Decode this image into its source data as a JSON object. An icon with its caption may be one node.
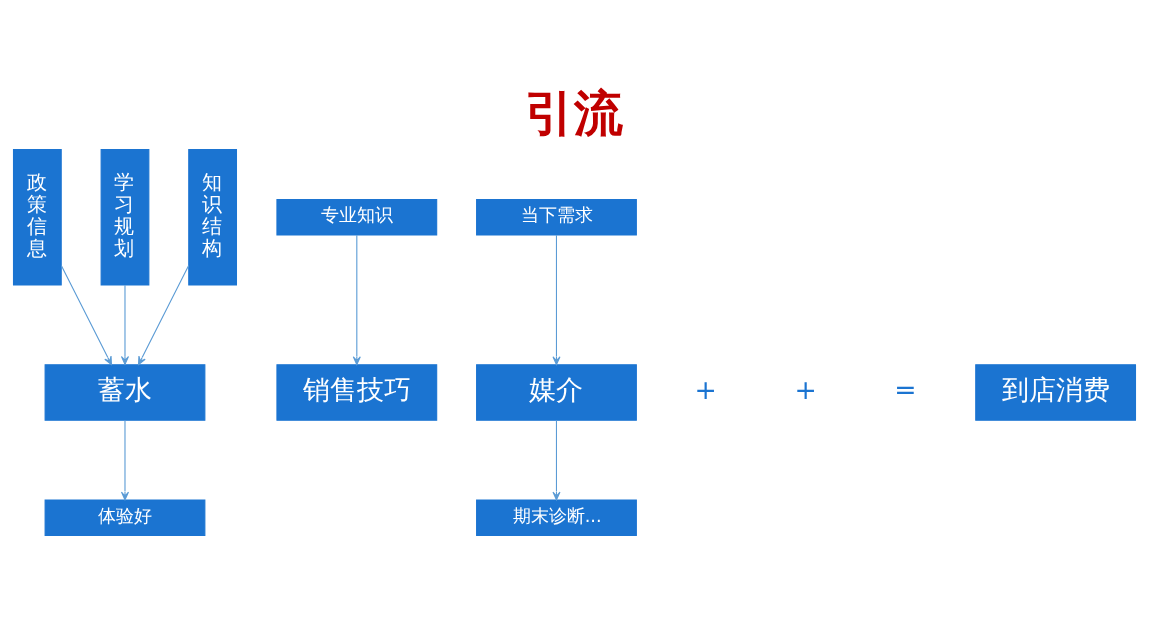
{
  "diagram": {
    "title": "引流",
    "nodes": [
      {
        "text": [
          "政策信息"
        ]
      },
      {
        "text": [
          "学习规划"
        ]
      },
      {
        "text": [
          "知识结构"
        ]
      },
      {
        "text": [
          "专业知识"
        ]
      },
      {
        "text": [
          "当下需求"
        ]
      },
      {
        "text": [
          "蓄水"
        ]
      },
      {
        "text": [
          "销售技巧"
        ]
      },
      {
        "text": [
          "媒介"
        ]
      },
      {
        "text": [
          "到店消费"
        ]
      },
      {
        "text": [
          "体验好"
        ]
      },
      {
        "text": [
          "期末诊断..."
        ]
      }
    ],
    "edges": [
      {
        "from": 0,
        "to": 5,
        "arrow": "to"
      },
      {
        "from": 1,
        "to": 5,
        "arrow": "to"
      },
      {
        "from": 2,
        "to": 5,
        "arrow": "to"
      },
      {
        "from": 3,
        "to": 6,
        "arrow": "to"
      },
      {
        "from": 4,
        "to": 7,
        "arrow": "to"
      },
      {
        "from": 5,
        "to": 9,
        "arrow": "to"
      },
      {
        "from": 7,
        "to": 10,
        "arrow": "to"
      }
    ],
    "labels": [
      "+",
      "+",
      "="
    ]
  }
}
